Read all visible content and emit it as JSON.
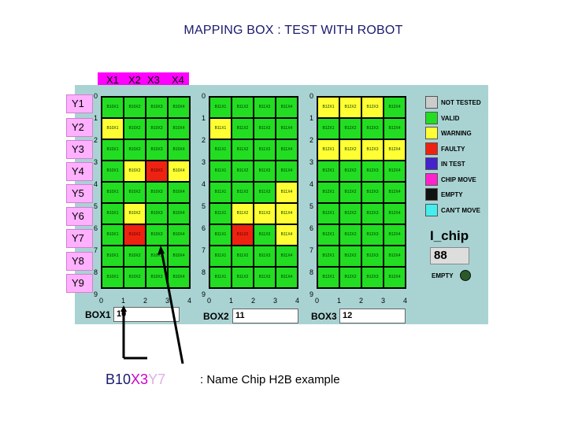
{
  "title": "MAPPING BOX : TEST WITH ROBOT",
  "x_labels": [
    "X1",
    "X2",
    "X3",
    "X4"
  ],
  "y_labels": [
    "Y1",
    "Y2",
    "Y3",
    "Y4",
    "Y5",
    "Y6",
    "Y7",
    "Y8",
    "Y9"
  ],
  "grid_axis_x": [
    "0",
    "1",
    "2",
    "3",
    "4"
  ],
  "grid_axis_y": [
    "0",
    "1",
    "2",
    "3",
    "4",
    "5",
    "6",
    "7",
    "8",
    "9"
  ],
  "boxes": [
    {
      "label": "BOX1",
      "value": "10",
      "cells": [
        [
          "B10X1",
          "B10X2",
          "B10X3",
          "B10X4"
        ],
        [
          "B10X1",
          "B10X2",
          "B10X3",
          "B10X4"
        ],
        [
          "B10X1",
          "B10X2",
          "B10X3",
          "B10X4"
        ],
        [
          "B10X1",
          "B10X2",
          "B10X3",
          "B10X4"
        ],
        [
          "B10X1",
          "B10X2",
          "B10X3",
          "B10X4"
        ],
        [
          "B10X1",
          "B10X2",
          "B10X3",
          "B10X4"
        ],
        [
          "B10X1",
          "B10X2",
          "B10X3",
          "B10X4"
        ],
        [
          "B10X1",
          "B10X2",
          "B10X3",
          "B10X4"
        ],
        [
          "B10X1",
          "B10X2",
          "B10X3",
          "B10X4"
        ]
      ],
      "states": [
        [
          "v",
          "v",
          "v",
          "v"
        ],
        [
          "w",
          "v",
          "v",
          "v"
        ],
        [
          "v",
          "v",
          "v",
          "v"
        ],
        [
          "v",
          "w",
          "f",
          "w"
        ],
        [
          "v",
          "v",
          "v",
          "v"
        ],
        [
          "v",
          "w",
          "v",
          "v"
        ],
        [
          "v",
          "f",
          "v",
          "v"
        ],
        [
          "v",
          "v",
          "v",
          "v"
        ],
        [
          "v",
          "v",
          "v",
          "v"
        ]
      ]
    },
    {
      "label": "BOX2",
      "value": "11",
      "cells": [
        [
          "B11X1",
          "B11X2",
          "B11X3",
          "B11X4"
        ],
        [
          "B11X1",
          "B11X2",
          "B11X3",
          "B11X4"
        ],
        [
          "B11X1",
          "B11X2",
          "B11X3",
          "B11X4"
        ],
        [
          "B11X1",
          "B11X2",
          "B11X3",
          "B11X4"
        ],
        [
          "B11X1",
          "B11X2",
          "B11X3",
          "B11X4"
        ],
        [
          "B11X1",
          "B11X2",
          "B11X3",
          "B11X4"
        ],
        [
          "B11X1",
          "B11X2",
          "B11X3",
          "B11X4"
        ],
        [
          "B11X1",
          "B11X2",
          "B11X3",
          "B11X4"
        ],
        [
          "B11X1",
          "B11X2",
          "B11X3",
          "B11X4"
        ]
      ],
      "states": [
        [
          "v",
          "v",
          "v",
          "v"
        ],
        [
          "w",
          "v",
          "v",
          "v"
        ],
        [
          "v",
          "v",
          "v",
          "v"
        ],
        [
          "v",
          "v",
          "v",
          "v"
        ],
        [
          "v",
          "v",
          "v",
          "w"
        ],
        [
          "v",
          "w",
          "w",
          "w"
        ],
        [
          "v",
          "f",
          "v",
          "w"
        ],
        [
          "v",
          "v",
          "v",
          "v"
        ],
        [
          "v",
          "v",
          "v",
          "v"
        ]
      ]
    },
    {
      "label": "BOX3",
      "value": "12",
      "cells": [
        [
          "B12X1",
          "B12X2",
          "B12X3",
          "B12X4"
        ],
        [
          "B12X1",
          "B12X2",
          "B12X3",
          "B12X4"
        ],
        [
          "B12X1",
          "B12X2",
          "B12X3",
          "B12X4"
        ],
        [
          "B12X1",
          "B12X2",
          "B12X3",
          "B12X4"
        ],
        [
          "B12X1",
          "B12X2",
          "B12X3",
          "B12X4"
        ],
        [
          "B12X1",
          "B12X2",
          "B12X3",
          "B12X4"
        ],
        [
          "B12X1",
          "B12X2",
          "B12X3",
          "B12X4"
        ],
        [
          "B12X1",
          "B12X2",
          "B12X3",
          "B12X4"
        ],
        [
          "B12X1",
          "B12X2",
          "B12X3",
          "B12X4"
        ]
      ],
      "states": [
        [
          "w",
          "w",
          "w",
          "v"
        ],
        [
          "v",
          "v",
          "v",
          "v"
        ],
        [
          "w",
          "w",
          "w",
          "w"
        ],
        [
          "v",
          "v",
          "v",
          "v"
        ],
        [
          "v",
          "v",
          "v",
          "v"
        ],
        [
          "v",
          "v",
          "v",
          "v"
        ],
        [
          "v",
          "v",
          "v",
          "v"
        ],
        [
          "v",
          "v",
          "v",
          "v"
        ],
        [
          "v",
          "v",
          "v",
          "v"
        ]
      ]
    }
  ],
  "legend": [
    {
      "label": "NOT TESTED",
      "color": "#cccccc"
    },
    {
      "label": "VALID",
      "color": "#22dd22"
    },
    {
      "label": "WARNING",
      "color": "#ffff33"
    },
    {
      "label": "FAULTY",
      "color": "#ee2211"
    },
    {
      "label": "IN TEST",
      "color": "#4422cc"
    },
    {
      "label": "CHIP MOVE",
      "color": "#ff22cc"
    },
    {
      "label": "EMPTY",
      "color": "#111111"
    },
    {
      "label": "CAN'T MOVE",
      "color": "#44eeee"
    }
  ],
  "ichip": {
    "label": "I_chip",
    "value": "88",
    "empty_label": "EMPTY"
  },
  "name_example": {
    "b": "B10",
    "x": "X3",
    "y": "Y7",
    "description": ": Name Chip H2B example"
  }
}
